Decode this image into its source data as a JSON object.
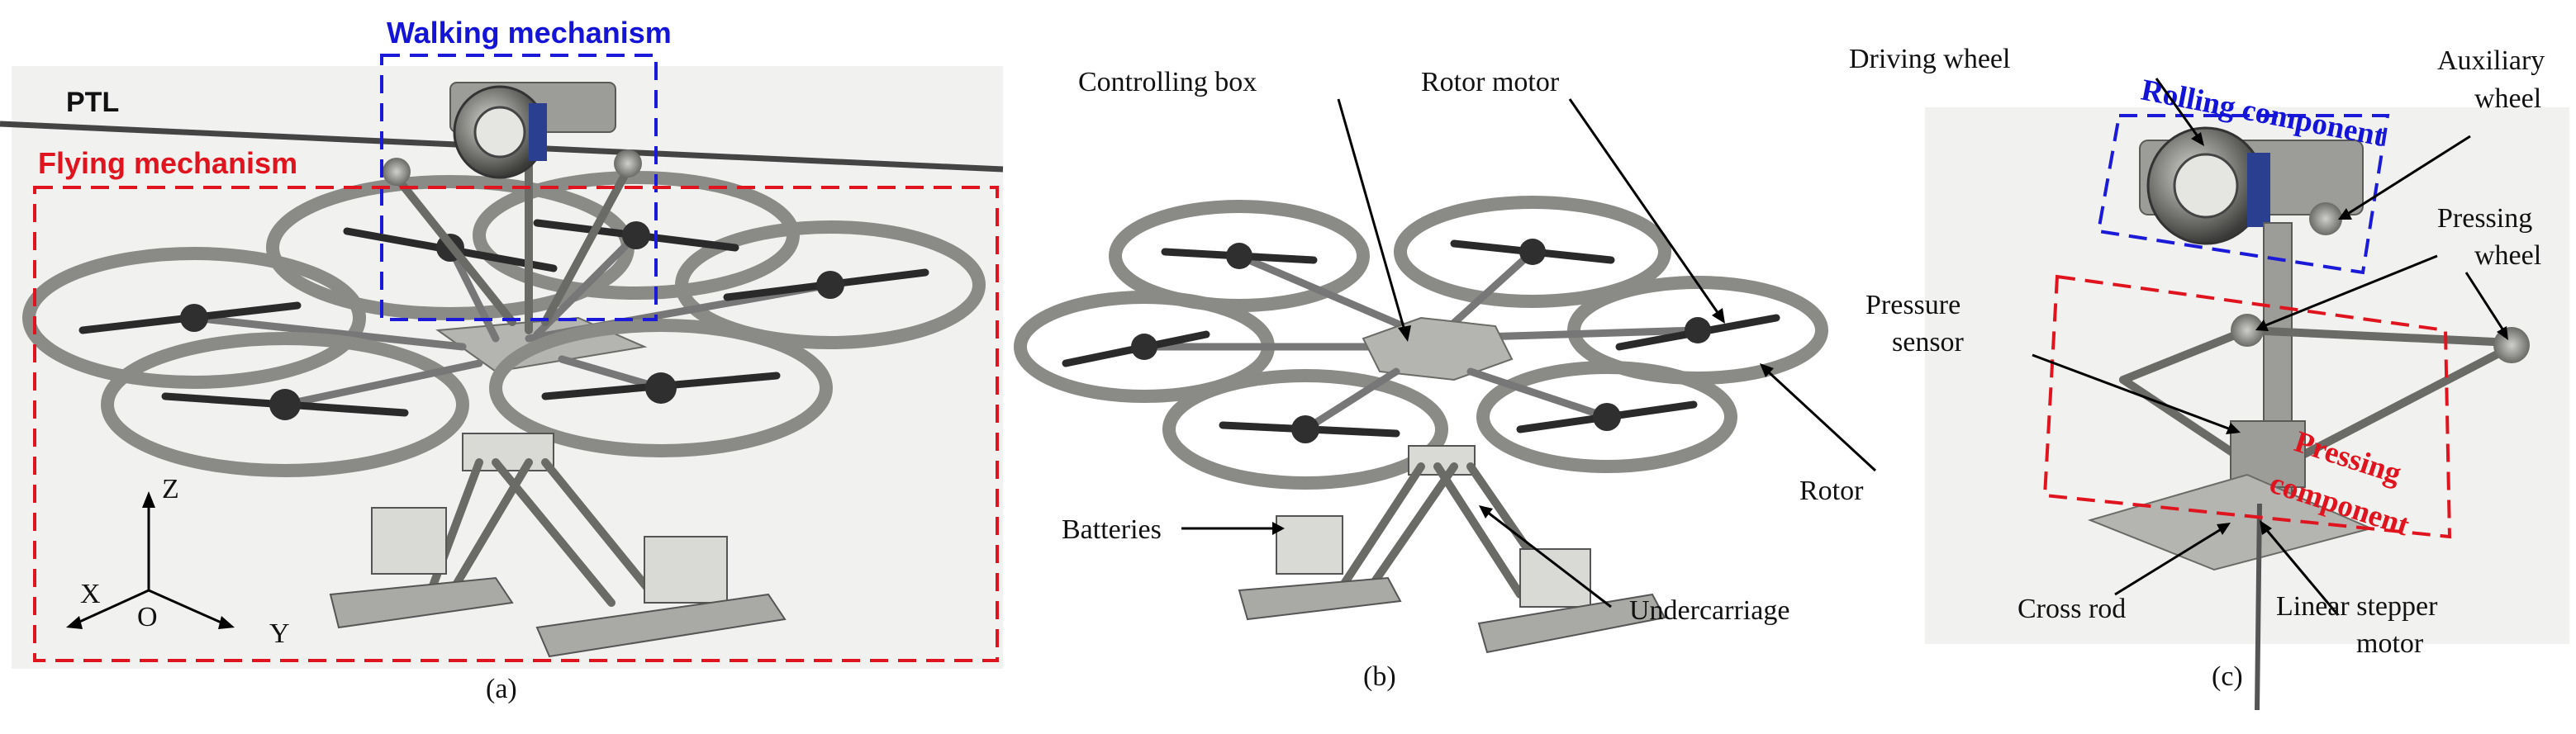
{
  "panels": {
    "a": {
      "caption": "(a)",
      "labels": {
        "ptl": "PTL",
        "walking": "Walking mechanism",
        "flying": "Flying mechanism",
        "axis_z": "Z",
        "axis_x": "X",
        "axis_o": "O",
        "axis_y": "Y"
      }
    },
    "b": {
      "caption": "(b)",
      "labels": {
        "controlling_box": "Controlling box",
        "rotor_motor": "Rotor motor",
        "batteries": "Batteries",
        "rotor": "Rotor",
        "undercarriage": "Undercarriage"
      }
    },
    "c": {
      "caption": "(c)",
      "labels": {
        "driving_wheel": "Driving wheel",
        "rolling_component": "Rolling component",
        "auxiliary_wheel_1": "Auxiliary",
        "auxiliary_wheel_2": "wheel",
        "pressing_wheel_1": "Pressing",
        "pressing_wheel_2": "wheel",
        "pressure_sensor_1": "Pressure",
        "pressure_sensor_2": "sensor",
        "pressing_component_1": "Pressing",
        "pressing_component_2": "component",
        "cross_rod": "Cross rod",
        "linear_stepper_1": "Linear stepper",
        "linear_stepper_2": "motor"
      }
    }
  },
  "colors": {
    "walking_box": "#1a1ad8",
    "flying_box": "#e0141e"
  }
}
